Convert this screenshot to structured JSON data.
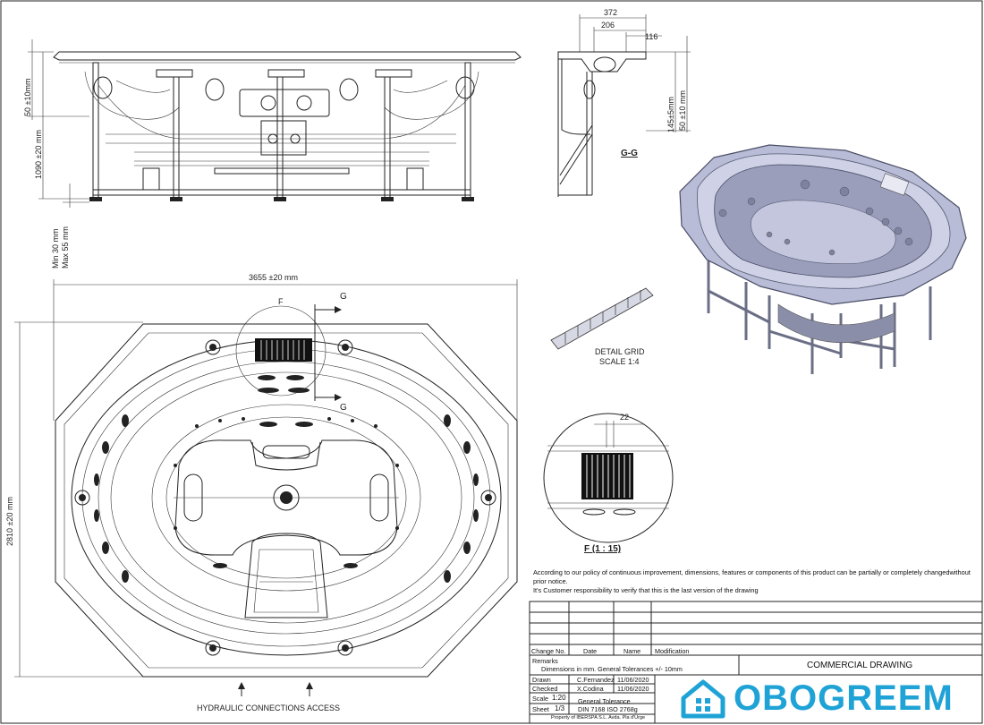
{
  "dimensions": {
    "side_height_top": "50 ±10mm",
    "side_height_total": "1090 ±20 mm",
    "feet_min": "Min 30 mm",
    "feet_max": "Max 55 mm",
    "width_overall": "3655 ±20 mm",
    "depth_overall": "2810 ±20 mm",
    "section_width_372": "372",
    "section_width_206": "206",
    "section_width_116": "116",
    "section_height_145": "145±5mm",
    "section_height_50": "50 ±10 mm",
    "grid_pitch": "22"
  },
  "labels": {
    "section_gg": "G-G",
    "section_marker": "G",
    "detail_marker": "F",
    "detail_grid_title": "DETAIL GRID",
    "detail_grid_scale": "SCALE 1:4",
    "detail_f": "F (1 : 15)",
    "hydraulic_access": "HYDRAULIC CONNECTIONS ACCESS"
  },
  "notes": {
    "line1": "According to our policy of continuous improvement, dimensions, features or components of this product can be partially or completely changedwithout prior notice.",
    "line2": "It's Customer responsibility to verify that this is the last version of the drawing"
  },
  "title_block": {
    "col_change": "Change No.",
    "col_date": "Date",
    "col_name": "Name",
    "col_mod": "Modification",
    "remarks_label": "Remarks",
    "remarks_text": "Dimensions in mm. General Tolerances +/- 10mm",
    "drawing_type": "COMMERCIAL DRAWING",
    "drawn_label": "Drawn",
    "drawn_name": "C.Fernandez",
    "drawn_date": "11/06/2020",
    "checked_label": "Checked",
    "checked_name": "X.Codina",
    "checked_date": "11/06/2020",
    "scale_label": "Scale",
    "scale_value": "1:20",
    "sheet_label": "Sheet",
    "sheet_value": "1/3",
    "tolerance_label": "General Tolerance",
    "tolerance_std": "DIN 7168 ISO 2768g",
    "property": "Property of IBERSPA S.L. Avda. Pla d'Urge"
  },
  "brand": {
    "name": "OBOGREEM",
    "color": "#1fa3d6"
  }
}
